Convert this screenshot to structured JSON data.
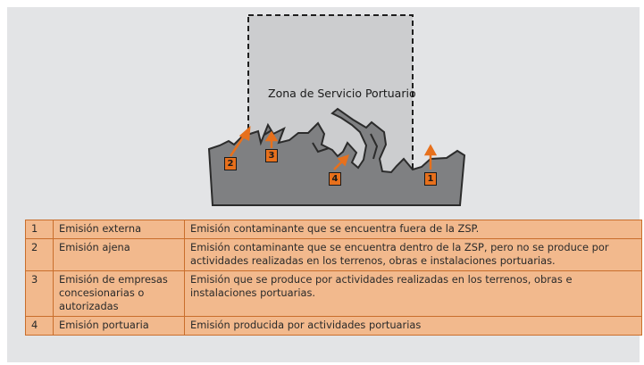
{
  "diagram": {
    "zone_label": "Zona de Servicio Portuario",
    "markers": [
      "1",
      "2",
      "3",
      "4"
    ],
    "colors": {
      "land": "#7f8082",
      "zone_fill": "#cccdcf",
      "marker": "#e7701c",
      "arrow": "#e7701c"
    }
  },
  "legend": {
    "rows": [
      {
        "num": "1",
        "name": "Emisión externa",
        "description": "Emisión contaminante que se encuentra fuera de la ZSP."
      },
      {
        "num": "2",
        "name": "Emisión ajena",
        "description": "Emisión contaminante que se encuentra dentro de la ZSP, pero no se produce por actividades realizadas en los terrenos, obras e instalaciones portuarias."
      },
      {
        "num": "3",
        "name": "Emisión de empresas concesionarias o autorizadas",
        "description": "Emisión que se produce por actividades realizadas en los terrenos, obras e instalaciones portuarias."
      },
      {
        "num": "4",
        "name": "Emisión portuaria",
        "description": "Emisión producida por actividades portuarias"
      }
    ]
  }
}
